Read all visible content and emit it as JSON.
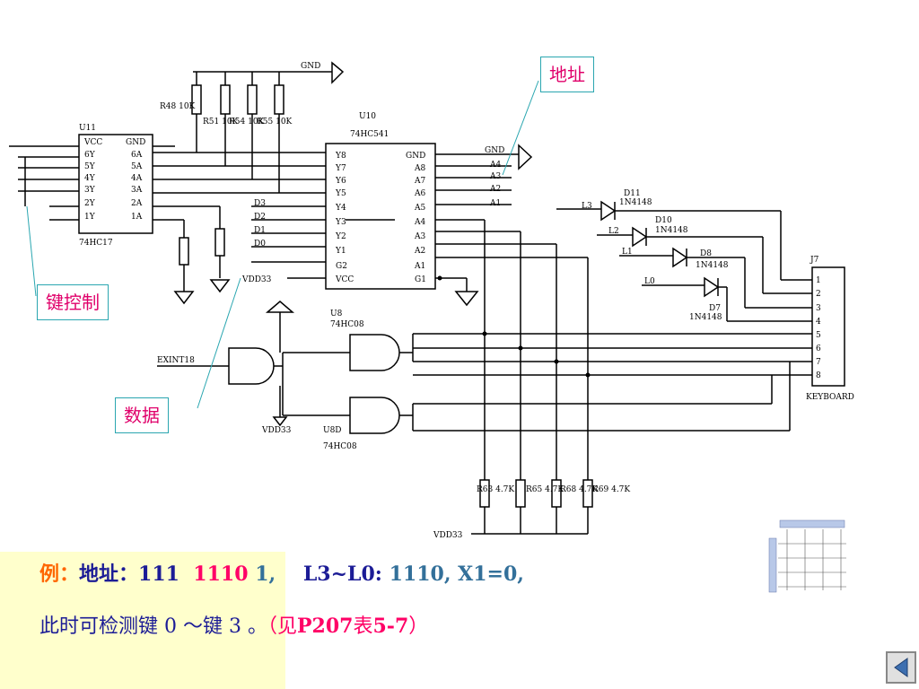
{
  "callouts": {
    "address": "地址",
    "key_control": "键控制",
    "data": "数据"
  },
  "example": {
    "prefix": "例：",
    "addr_label": "地址：",
    "addr_bits_a": "111",
    "addr_bits_b": "1110",
    "addr_bits_c": "1,",
    "range": "L3~L0:",
    "range_value": "1110, X1=0,",
    "line2_a": "此时可检测键",
    "line2_b": "0 ～键 3 。",
    "line2_c": "（见",
    "line2_d": "P207",
    "line2_e": "表",
    "line2_f": "5-7",
    "line2_g": "）"
  },
  "schematic": {
    "u11": {
      "name": "U11",
      "part": "74HC17",
      "left_pins": [
        "VCC",
        "6Y",
        "5Y",
        "4Y",
        "3Y",
        "2Y",
        "1Y"
      ],
      "right_pins": [
        "GND",
        "6A",
        "5A",
        "4A",
        "3A",
        "2A",
        "1A"
      ]
    },
    "u10": {
      "name": "U10",
      "part": "74HC541",
      "left_pins": [
        "Y8",
        "Y7",
        "Y6",
        "Y5",
        "Y4",
        "Y3",
        "Y2",
        "Y1",
        "G2",
        "VCC"
      ],
      "right_pins": [
        "GND",
        "A8",
        "A7",
        "A6",
        "A5",
        "A4",
        "A3",
        "A2",
        "A1",
        "G1"
      ]
    },
    "u8": {
      "name": "U8",
      "part": "74HC08"
    },
    "u8b": {
      "name": "U8D",
      "part": "74HC08"
    },
    "j7": {
      "name": "J7",
      "label": "KEYBOARD",
      "pins": [
        "1",
        "2",
        "3",
        "4",
        "5",
        "6",
        "7",
        "8"
      ]
    },
    "resistors_top": [
      "R48 10K",
      "R51 10K",
      "R54 10K",
      "R55 10K"
    ],
    "resistors_bottom": [
      "R63 4.7K",
      "R65 4.7K",
      "R68 4.7K",
      "R69 4.7K"
    ],
    "diodes": [
      {
        "name": "D11",
        "part": "1N4148",
        "line": "L3"
      },
      {
        "name": "D10",
        "part": "1N4148",
        "line": "L2"
      },
      {
        "name": "D8",
        "part": "1N4148",
        "line": "L1"
      },
      {
        "name": "D7",
        "part": "1N4148",
        "line": "L0"
      }
    ],
    "net_labels": {
      "gnd": "GND",
      "vdd": "VDD33",
      "exint": "EXINT18",
      "a_lines": [
        "A4",
        "A3",
        "A2",
        "A1"
      ],
      "d_lines": [
        "D3",
        "D2",
        "D1",
        "D0"
      ],
      "l_lines": [
        "L3",
        "L2",
        "L1",
        "L0"
      ]
    }
  },
  "colors": {
    "callout_text": "#e0006a",
    "callout_border": "#2aa6b0",
    "note_bg": "#ffffcc",
    "orange": "#ff6600",
    "blue": "#1c1c96",
    "pink": "#ff0066"
  }
}
